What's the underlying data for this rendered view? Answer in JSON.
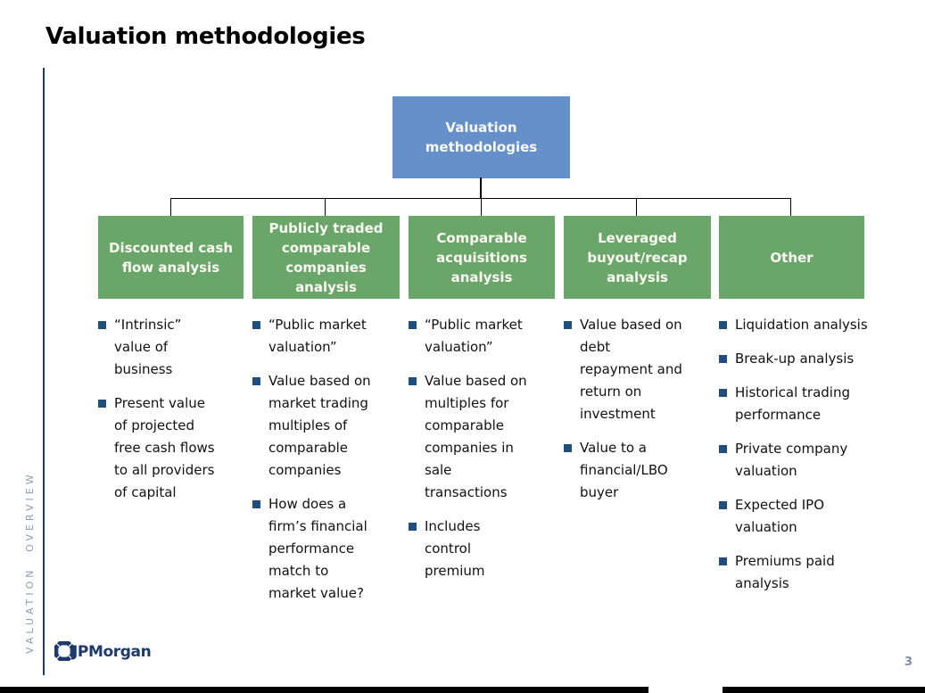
{
  "colors": {
    "root_box_bg": "#6590C9",
    "category_box_bg": "#6AA66A",
    "box_text": "#FAFAF2",
    "bullet_square": "#204E7E",
    "navy": "#1E3A6D",
    "sidebar_text": "#8C9BAA",
    "page_number": "#7F8FA5"
  },
  "slide": {
    "title": "Valuation methodologies",
    "sidebar_label": "VALUATION OVERVIEW",
    "page_number": "3",
    "logo_text": "JPMorgan"
  },
  "diagram": {
    "root": {
      "label": "Valuation\nmethodologies"
    },
    "columns": [
      {
        "header": "Discounted cash\nflow analysis",
        "bullets": [
          "“Intrinsic”\nvalue of\nbusiness",
          "Present value\nof projected\nfree cash flows\nto all providers\nof capital"
        ]
      },
      {
        "header": "Publicly traded\ncomparable\ncompanies\nanalysis",
        "bullets": [
          "“Public market\nvaluation”",
          "Value based on\nmarket trading\nmultiples of\ncomparable\ncompanies",
          "How does a\nfirm’s financial\nperformance\nmatch to\nmarket value?"
        ]
      },
      {
        "header": "Comparable\nacquisitions\nanalysis",
        "bullets": [
          "“Public market\nvaluation”",
          "Value based on\nmultiples for\ncomparable\ncompanies in\nsale\ntransactions",
          "Includes\ncontrol\npremium"
        ]
      },
      {
        "header": "Leveraged\nbuyout/recap\nanalysis",
        "bullets": [
          "Value based on\ndebt\nrepayment and\nreturn on\ninvestment",
          "Value to a\nfinancial/LBO\nbuyer"
        ]
      },
      {
        "header": "Other",
        "bullets": [
          "Liquidation analysis",
          "Break-up analysis",
          "Historical trading\nperformance",
          "Private company\nvaluation",
          "Expected IPO\nvaluation",
          "Premiums paid\nanalysis"
        ]
      }
    ]
  }
}
